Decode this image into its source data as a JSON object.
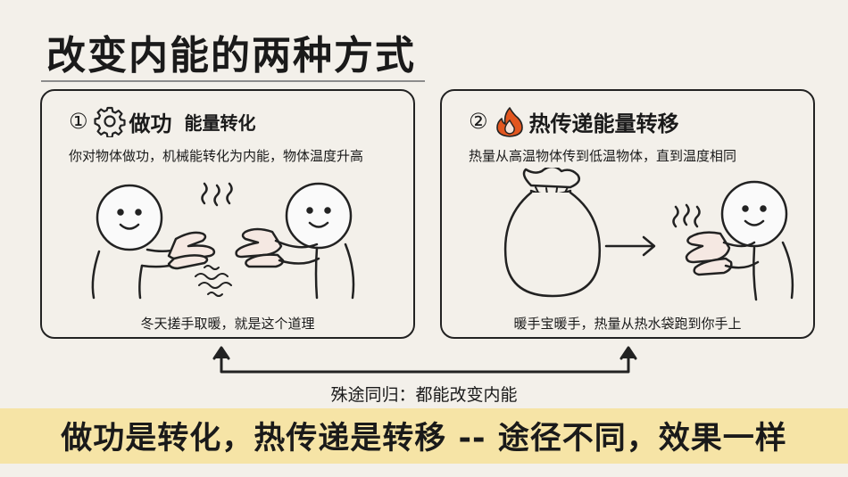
{
  "title": "改变内能的两种方式",
  "left_card": {
    "number": "①",
    "heading": "做功",
    "subheading": "能量转化",
    "description": "你对物体做功，机械能转化为内能，物体温度升高",
    "caption": "冬天搓手取暖，就是这个道理",
    "icon": "gear-icon"
  },
  "right_card": {
    "number": "②",
    "heading": "热传递能量转移",
    "description": "热量从高温物体传到低温物体，直到温度相同",
    "caption": "暖手宝暖手，热量从热水袋跑到你手上",
    "icon": "flame-icon"
  },
  "connector_label": "殊途同归：都能改变内能",
  "banner": "做功是转化，热传递是转移 -- 途径不同，效果一样",
  "colors": {
    "background": "#f3f0ea",
    "banner": "#f6e4a6",
    "flame": "#e2561f",
    "ink": "#1a1a1a"
  }
}
